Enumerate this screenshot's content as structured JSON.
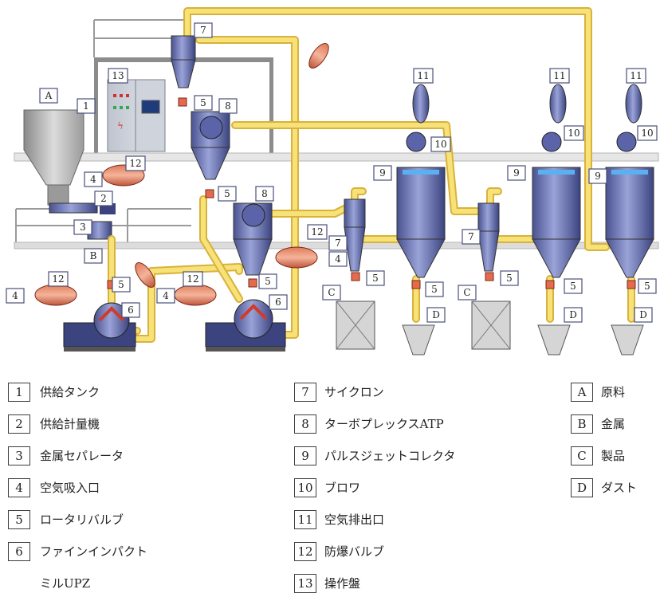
{
  "callouts": {
    "A": "A",
    "B": "B",
    "C": "C",
    "D": "D",
    "n1": "1",
    "n2": "2",
    "n3": "3",
    "n4": "4",
    "n5": "5",
    "n6": "6",
    "n7": "7",
    "n8": "8",
    "n9": "9",
    "n10": "10",
    "n11": "11",
    "n12": "12",
    "n13": "13"
  },
  "legend": {
    "col1": [
      {
        "key": "1",
        "label": "供給タンク"
      },
      {
        "key": "2",
        "label": "供給計量機"
      },
      {
        "key": "3",
        "label": "金属セパレータ"
      },
      {
        "key": "4",
        "label": "空気吸入口"
      },
      {
        "key": "5",
        "label": "ロータリバルブ"
      },
      {
        "key": "6",
        "label": "ファインインパクト"
      }
    ],
    "col1_extra": "ミルUPZ",
    "col2": [
      {
        "key": "7",
        "label": "サイクロン"
      },
      {
        "key": "8",
        "label": "ターボプレックスATP"
      },
      {
        "key": "9",
        "label": "パルスジェットコレクタ"
      },
      {
        "key": "10",
        "label": "ブロワ"
      },
      {
        "key": "11",
        "label": "空気排出口"
      },
      {
        "key": "12",
        "label": "防爆バルブ"
      },
      {
        "key": "13",
        "label": "操作盤"
      }
    ],
    "col3": [
      {
        "key": "A",
        "label": "原料"
      },
      {
        "key": "B",
        "label": "金属"
      },
      {
        "key": "C",
        "label": "製品"
      },
      {
        "key": "D",
        "label": "ダスト"
      }
    ]
  }
}
